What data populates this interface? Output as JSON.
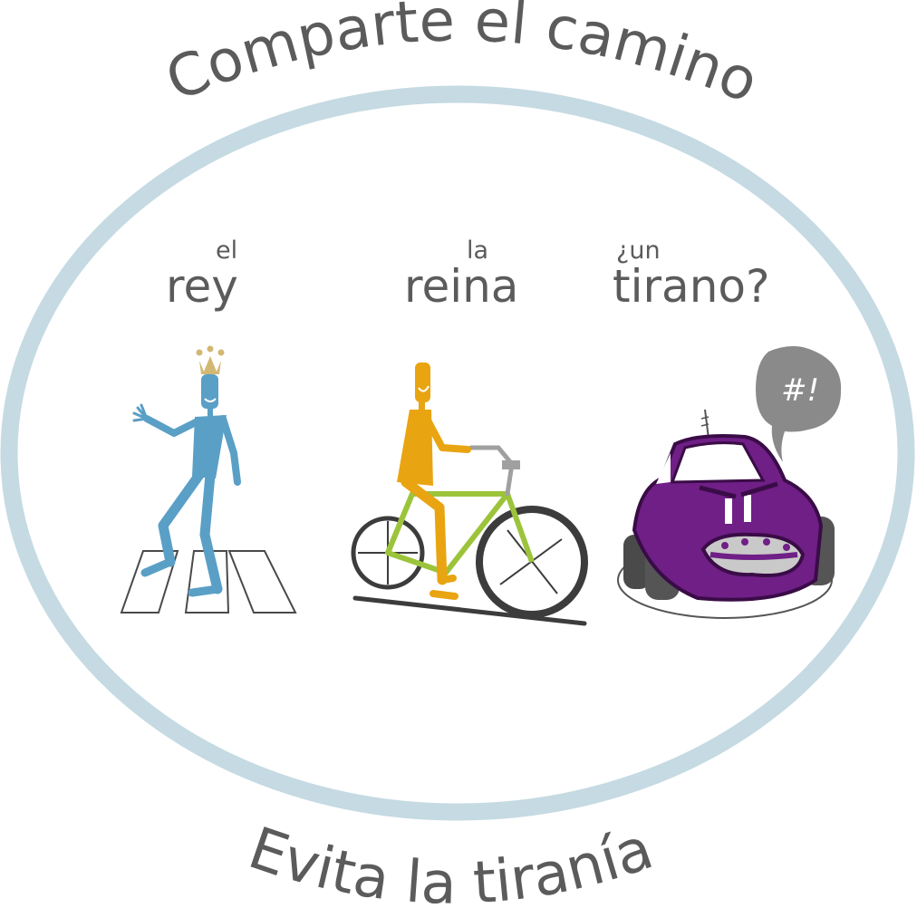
{
  "top_slogan": "Comparte el camino",
  "bottom_slogan": "Evita la tiranía",
  "figures": [
    {
      "article": "el",
      "noun": "rey"
    },
    {
      "article": "la",
      "noun": "reina"
    },
    {
      "article": "¿un",
      "noun": "tirano?"
    }
  ],
  "speech_bubble": "#!",
  "colors": {
    "ring": "#c5dae2",
    "text": "#5b5b5b",
    "king": "#5a9fc6",
    "crown": "#d3b873",
    "queen": "#e9a411",
    "bicycle": "#9cc43b",
    "car": "#6f1f86",
    "bubble": "#8a8a8a"
  },
  "icons": [
    "crown-icon",
    "crosswalk-icon",
    "bicycle-icon",
    "car-icon",
    "speech-bubble-icon"
  ]
}
